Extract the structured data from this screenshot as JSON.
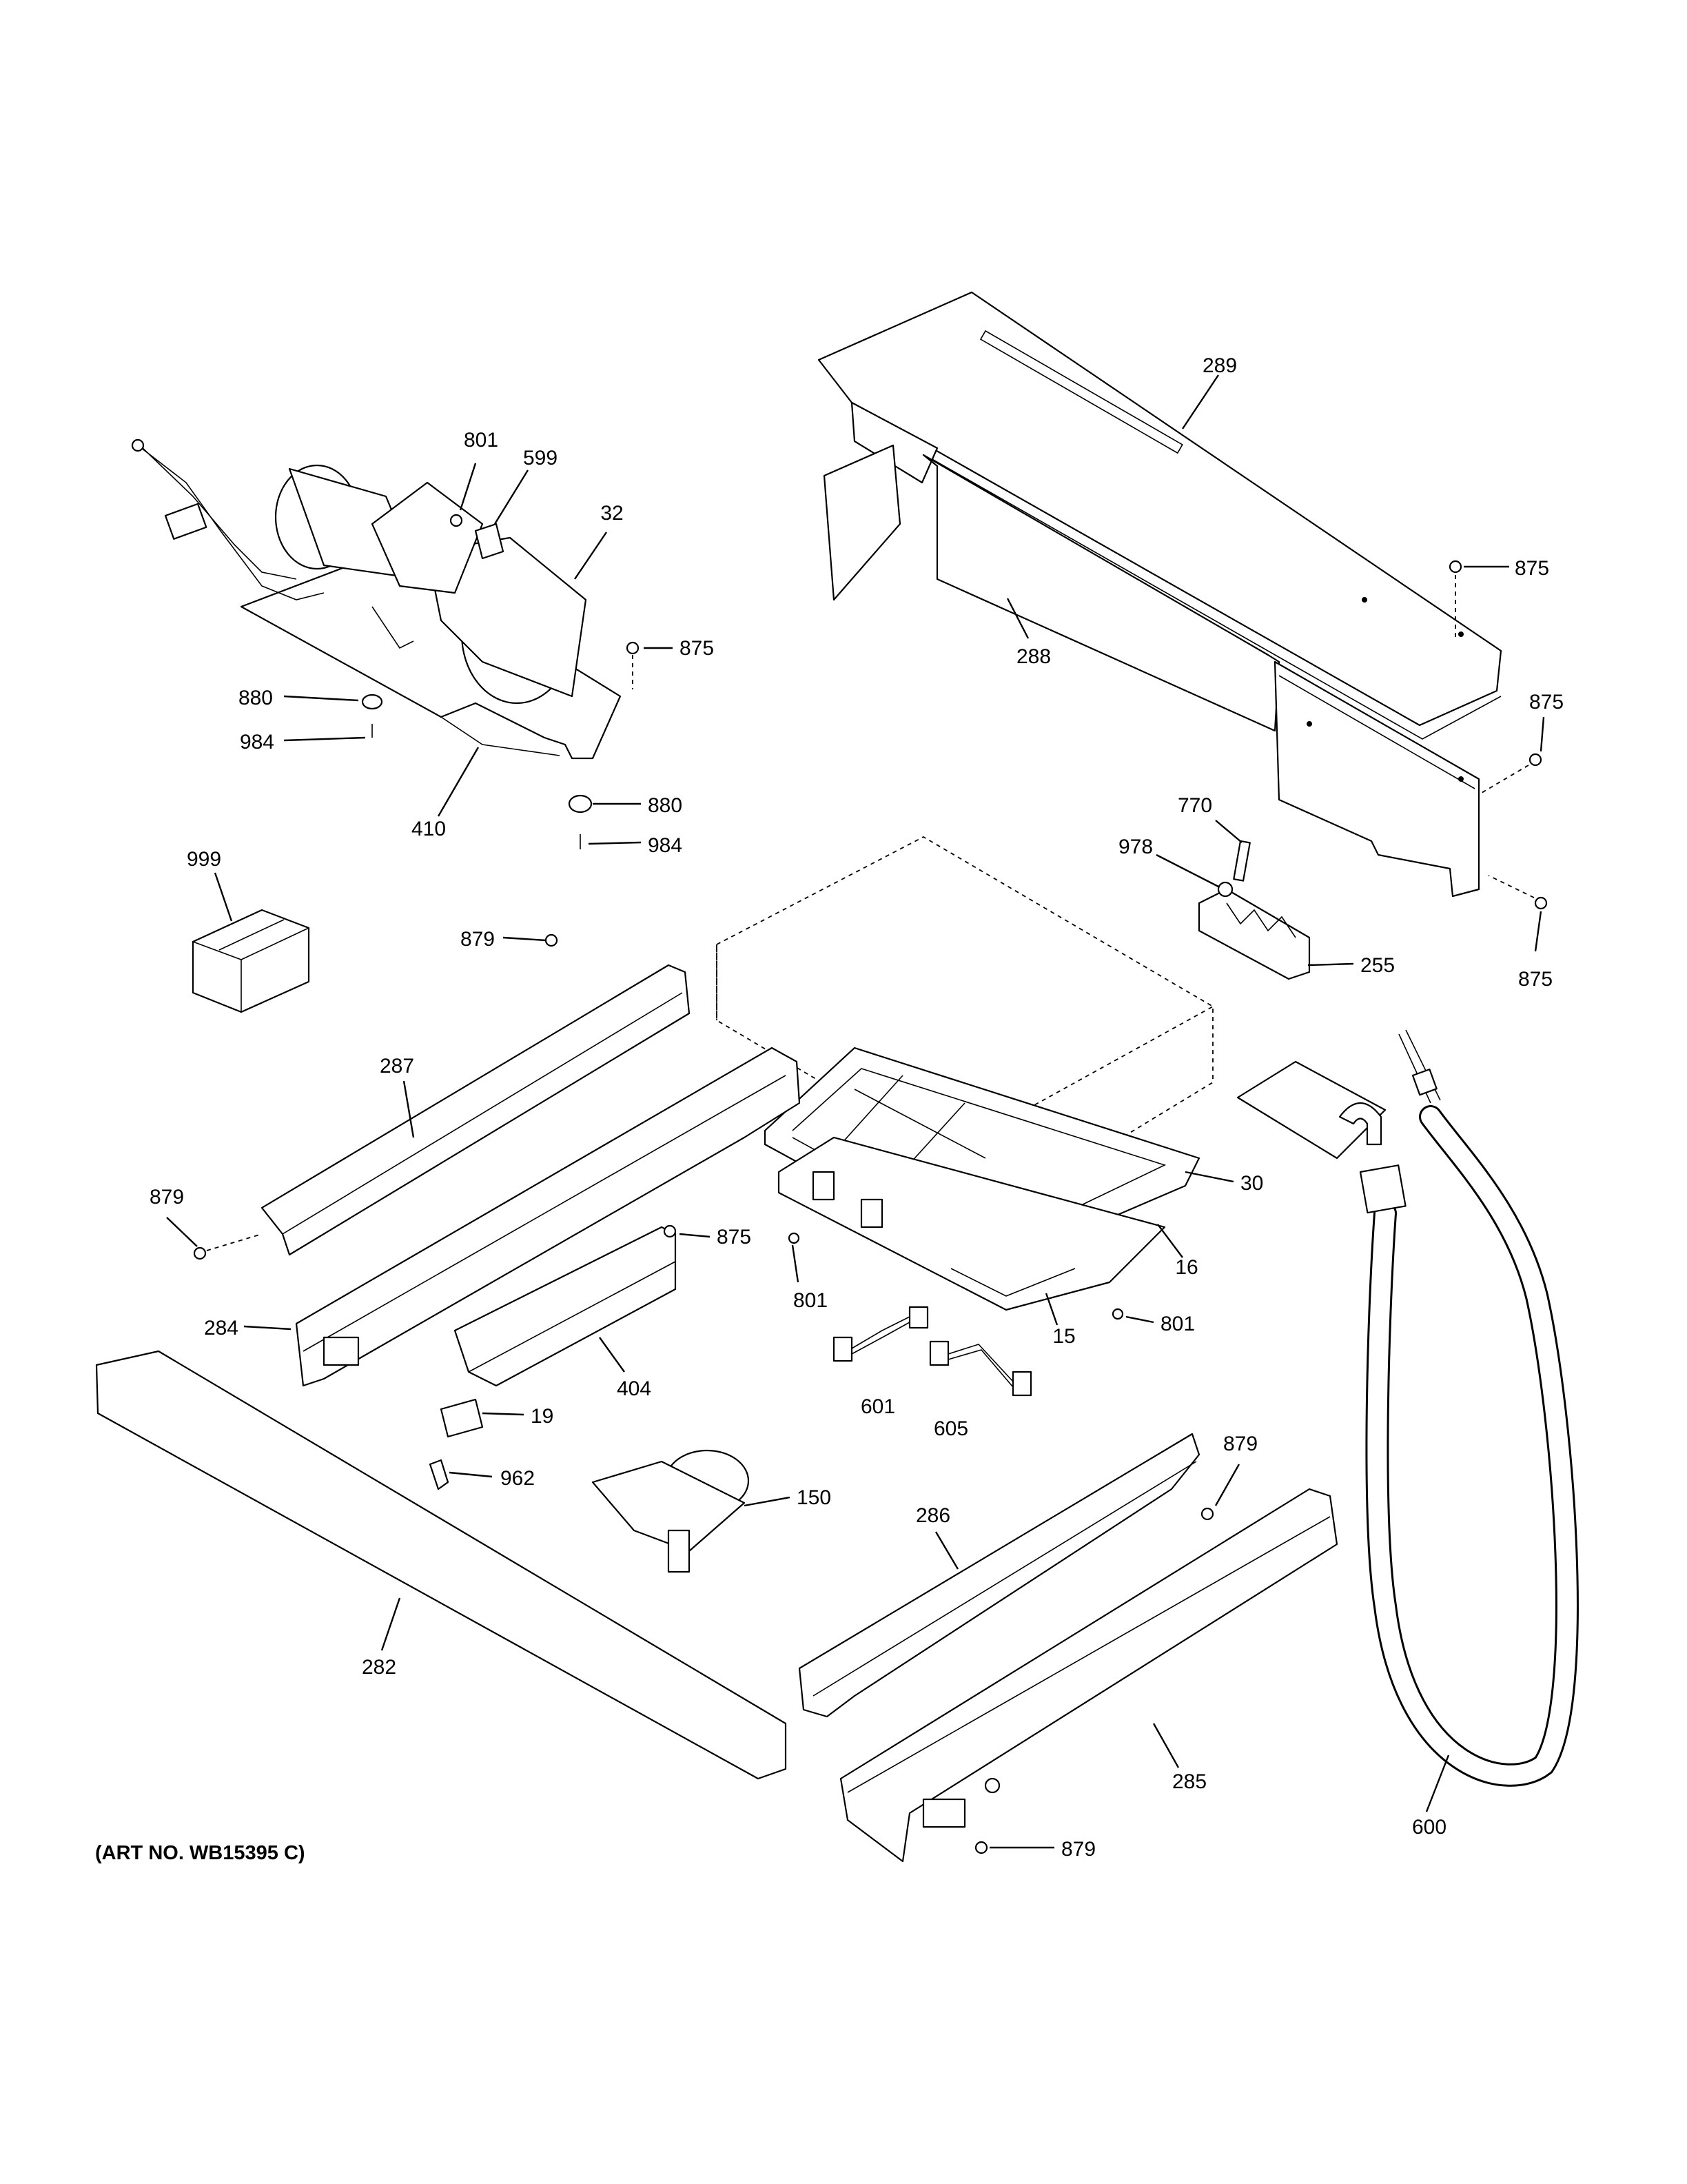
{
  "art_number": "(ART NO. WB15395 C)",
  "callouts": {
    "c289": "289",
    "c801a": "801",
    "c599": "599",
    "c32": "32",
    "c875a": "875",
    "c880a": "880",
    "c984a": "984",
    "c410": "410",
    "c880b": "880",
    "c984b": "984",
    "c288": "288",
    "c875b": "875",
    "c875c": "875",
    "c770": "770",
    "c978": "978",
    "c255": "255",
    "c875d": "875",
    "c999": "999",
    "c879a": "879",
    "c287": "287",
    "c879b": "879",
    "c875e": "875",
    "c801b": "801",
    "c30": "30",
    "c16": "16",
    "c15": "15",
    "c801c": "801",
    "c284": "284",
    "c404": "404",
    "c601": "601",
    "c605": "605",
    "c19": "19",
    "c962": "962",
    "c150": "150",
    "c286": "286",
    "c879c": "879",
    "c282": "282",
    "c285": "285",
    "c600": "600",
    "c879d": "879"
  }
}
